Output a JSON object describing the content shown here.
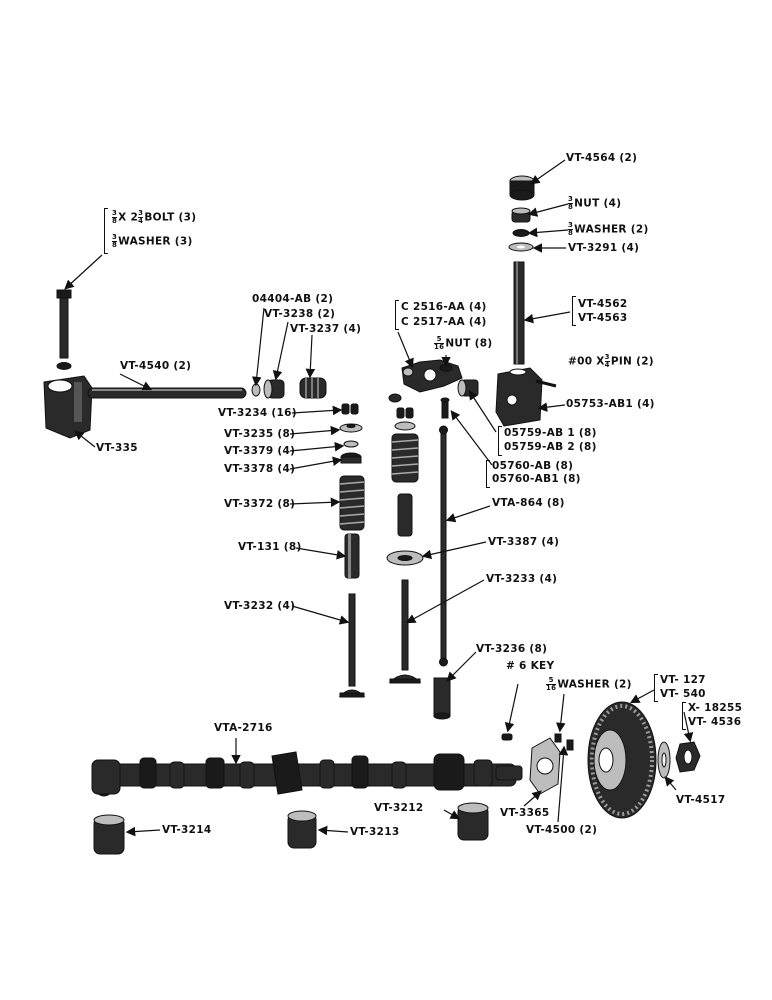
{
  "labels": {
    "vt4564": "VT-4564 (2)",
    "nut38_a": "3",
    "nut38_b": "8",
    "nut38": "NUT (4)",
    "wash38_a": "3",
    "wash38_b": "8",
    "wash38": "WASHER (2)",
    "vt3291": "VT-3291 (4)",
    "bolt_a": "3",
    "bolt_b": "8",
    "bolt_mid": "X 2",
    "bolt_c": "3",
    "bolt_d": "4",
    "bolt": "BOLT   (3)",
    "washer3_a": "3",
    "washer3_b": "8",
    "washer3": "WASHER  (3)",
    "p04404": "04404-AB (2)",
    "vt3238": "VT-3238 (2)",
    "vt3237": "VT-3237 (4)",
    "c2516": "C 2516-AA (4)",
    "c2517": "C 2517-AA (4)",
    "nut516_a": "5",
    "nut516_b": "16",
    "nut516": "NUT (8)",
    "vt4562": "VT-4562",
    "vt4563": "VT-4563",
    "pin_a": "3",
    "pin_b": "4",
    "pin_pre": "#00 X",
    "pin": "PIN (2)",
    "vt4540": "VT-4540 (2)",
    "p05753": "05753-AB1 (4)",
    "vt3234": "VT-3234 (16)",
    "p05759_1": "05759-AB 1  (8)",
    "p05759_2": "05759-AB 2  (8)",
    "vt335": "VT-335",
    "vt3235": "VT-3235 (8)",
    "vt3379": "VT-3379 (4)",
    "p05760_1": "05760-AB (8)",
    "p05760_2": "05760-AB1 (8)",
    "vt3378": "VT-3378 (4)",
    "vt3372": "VT-3372 (8)",
    "vta864": "VTA-864 (8)",
    "vt131": "VT-131 (8)",
    "vt3387": "VT-3387 (4)",
    "vt3232": "VT-3232  (4)",
    "vt3233": "VT-3233 (4)",
    "vt3236": "VT-3236 (8)",
    "key6": "# 6  KEY",
    "wash516_a": "5",
    "wash516_b": "16",
    "wash516": "WASHER (2)",
    "vt127": "VT- 127",
    "vt540": "VT- 540",
    "vta2716": "VTA-2716",
    "x18255": "X- 18255",
    "vt4536": "VT- 4536",
    "vt4517": "VT-4517",
    "vt3365": "VT-3365",
    "vt3212": "VT-3212",
    "vt4500": "VT-4500 (2)",
    "vt3214": "VT-3214",
    "vt3213": "VT-3213"
  }
}
